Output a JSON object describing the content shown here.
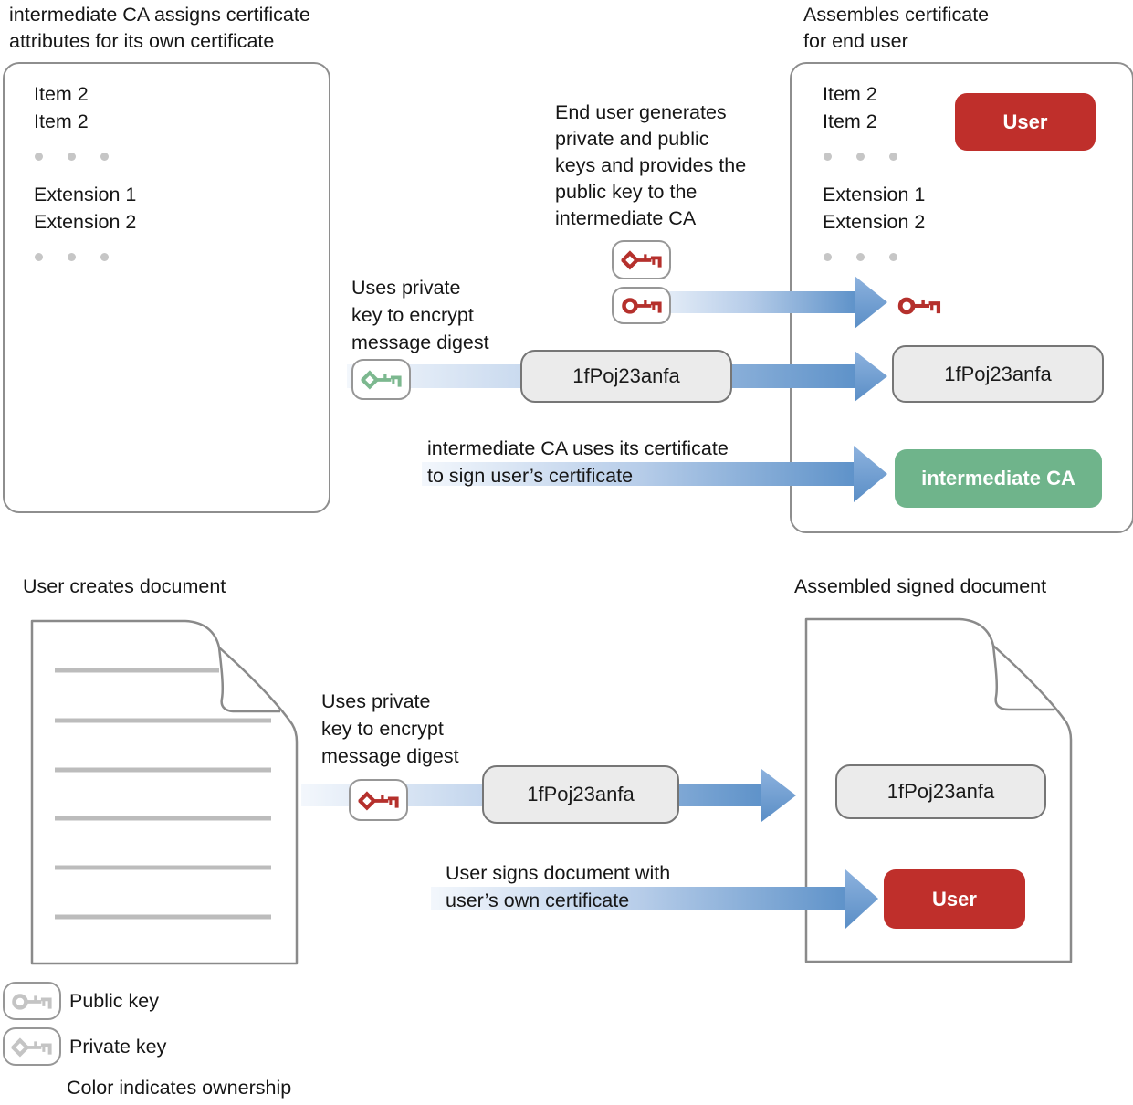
{
  "top": {
    "left_label": "intermediate CA assigns certificate\nattributes for its own certificate",
    "right_label": "Assembles certificate\nfor end user",
    "left_cert": {
      "items": [
        "Item 2",
        "Item 2"
      ],
      "extensions": [
        "Extension 1",
        "Extension 2"
      ]
    },
    "right_cert": {
      "items": [
        "Item 2",
        "Item 2"
      ],
      "extensions": [
        "Extension 1",
        "Extension 2"
      ],
      "user_badge": "User",
      "hash": "1fPoj23anfa",
      "ca_badge": "intermediate CA"
    }
  },
  "middle": {
    "end_user_note": "End user generates\nprivate and public\nkeys and provides the\npublic key to the\nintermediate CA",
    "digest_note": "Uses private\nkey to encrypt\nmessage digest",
    "hash": "1fPoj23anfa",
    "sign_note": "intermediate CA uses its certificate\nto sign user’s certificate"
  },
  "bottom": {
    "left_title": "User creates document",
    "right_title": "Assembled signed document",
    "digest_note": "Uses private\nkey to encrypt\nmessage digest",
    "hash": "1fPoj23anfa",
    "sign_note": "User signs document with\nuser’s own certificate",
    "user_badge": "User"
  },
  "legend": {
    "public_key_label": "Public key",
    "private_key_label": "Private key",
    "note": "Color indicates ownership"
  },
  "icons": {
    "public_key": "public-key-icon (round-ring key)",
    "private_key": "private-key-icon (diamond-ring key)"
  },
  "colors": {
    "user_red": "#bf2f2b",
    "ca_green": "#6fb48b",
    "hash_gray": "#ebebeb",
    "arrow_blue": "#5e92c9",
    "key_red": "#b5302c",
    "key_green": "#7cb88f",
    "key_gray": "#c4c4c4",
    "border_gray": "#8e8e8e"
  }
}
